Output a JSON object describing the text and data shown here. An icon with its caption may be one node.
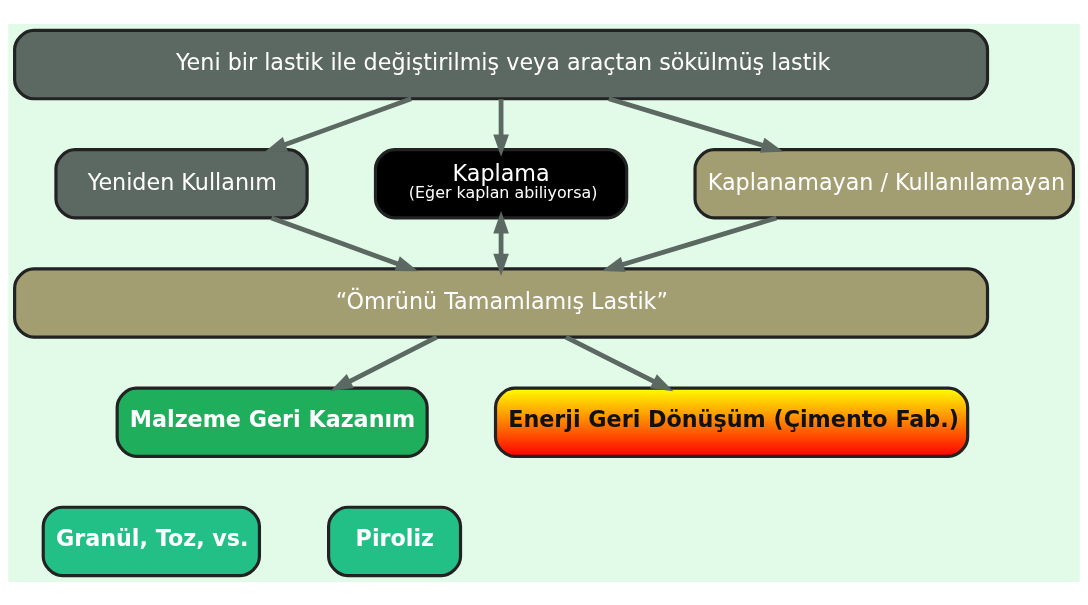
{
  "diagram": {
    "nodes": [
      {
        "text": [
          "Yeni bir lastik ile değiştirilmiş veya araçtan sökülmüş lastik"
        ]
      },
      {
        "text": [
          "Yeniden Kullanım"
        ]
      },
      {
        "text": [
          "Kaplama",
          "(Eğer kaplan abiliyorsa)"
        ]
      },
      {
        "text": [
          "Kaplanamayan / Kullanılamayan"
        ]
      },
      {
        "text": [
          "“Ömrünü Tamamlamış Lastik”"
        ]
      },
      {
        "text": [
          "Malzeme Geri Kazanım"
        ]
      },
      {
        "text": [
          "Granül, Toz, vs."
        ]
      },
      {
        "text": [
          "Piroliz"
        ]
      },
      {
        "text": [
          "Enerji Geri Dönüşüm (Çimento Fab.)"
        ]
      }
    ],
    "edges": [
      {
        "from": 0,
        "to": 1,
        "arrow": "to"
      },
      {
        "from": 0,
        "to": 2,
        "arrow": "to"
      },
      {
        "from": 0,
        "to": 3,
        "arrow": "to"
      },
      {
        "from": 1,
        "to": 4,
        "arrow": "to"
      },
      {
        "from": 2,
        "to": 4,
        "arrow": "both"
      },
      {
        "from": 3,
        "to": 4,
        "arrow": "to"
      },
      {
        "from": 4,
        "to": 5,
        "arrow": "to"
      },
      {
        "from": 4,
        "to": 8,
        "arrow": "to"
      }
    ]
  }
}
